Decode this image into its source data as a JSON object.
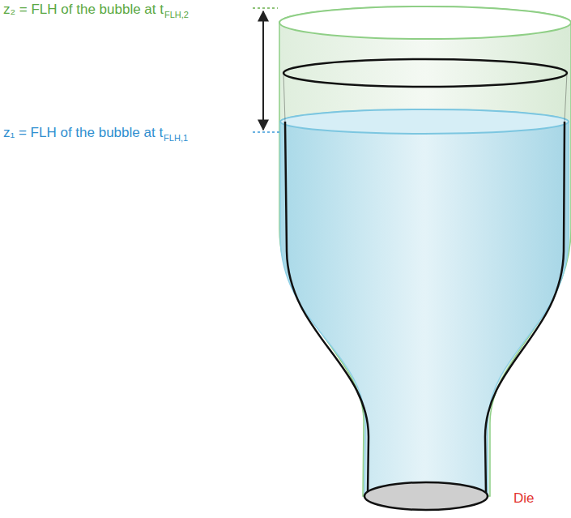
{
  "diagram": {
    "labels": [
      "z₂ = FLH of the bubble at t",
      "FLH,2",
      "z₁ = FLH of the bubble at t",
      "FLH,1",
      "Die"
    ]
  }
}
